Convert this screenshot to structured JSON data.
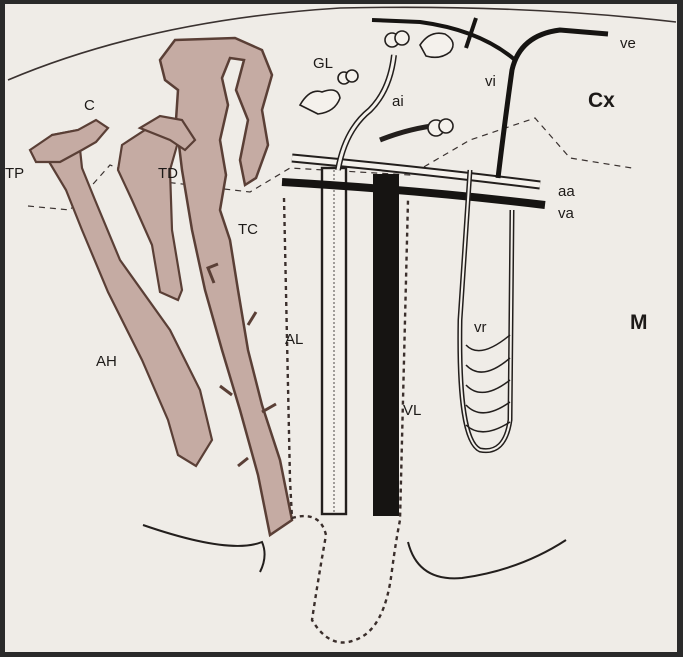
{
  "labels": {
    "cx": "Cx",
    "m": "M",
    "tp": "TP",
    "c": "C",
    "td": "TD",
    "tc": "TC",
    "ah": "AH",
    "al": "AL",
    "vl": "VL",
    "gl": "GL",
    "ai": "ai",
    "vi": "vi",
    "ve": "ve",
    "aa": "aa",
    "va": "va",
    "vr": "vr"
  },
  "colors": {
    "tubule_fill": "#c5aba3",
    "tubule_edge": "#5a3f36",
    "ink": "#231f1d",
    "paper": "#efece7"
  }
}
